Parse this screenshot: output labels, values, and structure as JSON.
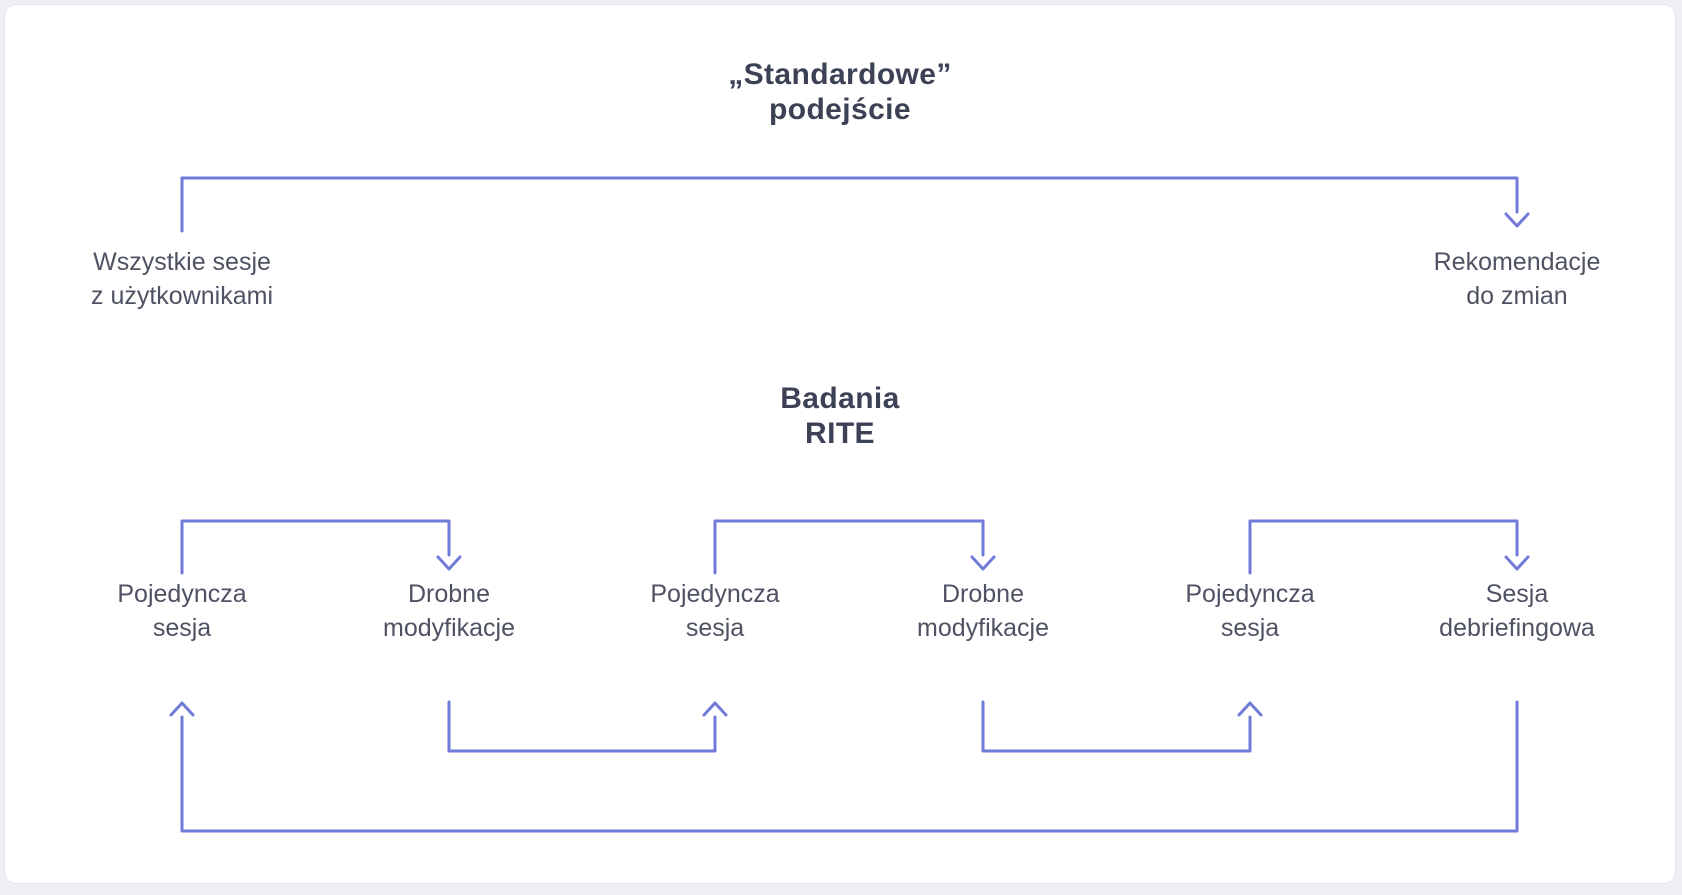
{
  "colors": {
    "connector": "#717ad9",
    "title_text": "#3d4156",
    "label_text": "#4e5263",
    "card_bg": "#ffffff",
    "page_bg": "#edeff2"
  },
  "standard_section": {
    "title_line1": "„Standardowe”",
    "title_line2": "podejście",
    "start_label_line1": "Wszystkie sesje",
    "start_label_line2": "z użytkownikami",
    "end_label_line1": "Rekomendacje",
    "end_label_line2": "do zmian"
  },
  "rite_section": {
    "title_line1": "Badania",
    "title_line2": "RITE",
    "nodes": [
      {
        "line1": "Pojedyncza",
        "line2": "sesja"
      },
      {
        "line1": "Drobne",
        "line2": "modyfikacje"
      },
      {
        "line1": "Pojedyncza",
        "line2": "sesja"
      },
      {
        "line1": "Drobne",
        "line2": "modyfikacje"
      },
      {
        "line1": "Pojedyncza",
        "line2": "sesja"
      },
      {
        "line1": "Sesja",
        "line2": "debriefingowa"
      }
    ]
  }
}
